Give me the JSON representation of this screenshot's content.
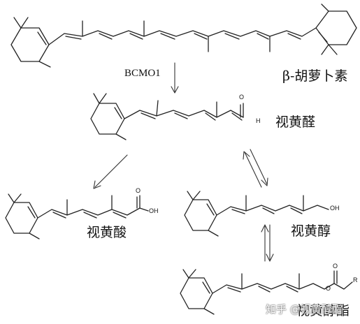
{
  "labels": {
    "beta_carotene": "β-胡萝卜素",
    "enzyme": "BCMO1",
    "retinal": "视黄醛",
    "retinoic_acid": "视黄酸",
    "retinol": "视黄醇",
    "retinyl_ester": "视黄醇酯"
  },
  "atoms": {
    "retinal_h": "H",
    "retinal_o": "O",
    "acid_o": "O",
    "acid_oh": "OH",
    "retinol_oh": "OH",
    "ester_o_chain": "O",
    "ester_o_carbonyl": "O",
    "ester_r": "R"
  },
  "watermark": "知乎 @视黄醇酯"
}
